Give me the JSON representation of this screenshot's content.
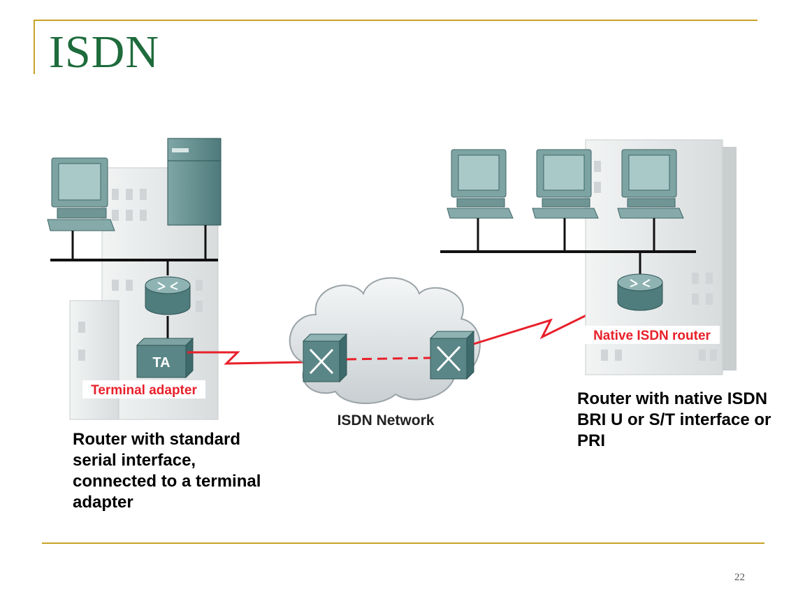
{
  "slide": {
    "title": "ISDN",
    "page_number": "22"
  },
  "diagram": {
    "ta_box_label": "TA",
    "terminal_adapter_label": "Terminal adapter",
    "native_router_label": "Native ISDN router",
    "network_label": "ISDN Network"
  },
  "captions": {
    "left": "Router with standard serial interface, connected to a terminal adapter",
    "right": "Router with native ISDN BRI U or S/T interface or PRI"
  },
  "colors": {
    "title": "#1e6b3c",
    "rule": "#c9a227",
    "link": "#e8202a"
  }
}
